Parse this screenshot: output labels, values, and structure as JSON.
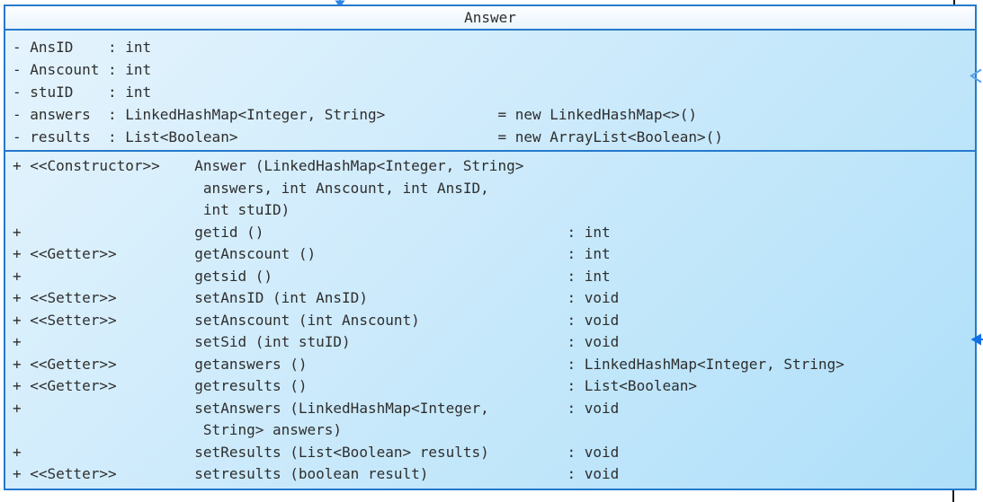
{
  "diagram": {
    "class": {
      "title": "Answer",
      "fields": [
        {
          "visibility": "-",
          "name": "AnsID",
          "type": "int",
          "initial_value": ""
        },
        {
          "visibility": "-",
          "name": "Anscount",
          "type": "int",
          "initial_value": ""
        },
        {
          "visibility": "-",
          "name": "stuID",
          "type": "int",
          "initial_value": ""
        },
        {
          "visibility": "-",
          "name": "answers",
          "type": "LinkedHashMap<Integer, String>",
          "initial_value": "= new LinkedHashMap<>()"
        },
        {
          "visibility": "-",
          "name": "results",
          "type": "List<Boolean>",
          "initial_value": "= new ArrayList<Boolean>()"
        }
      ],
      "methods": [
        {
          "visibility": "+",
          "stereotype": "<<Constructor>>",
          "signature_lines": [
            "Answer (LinkedHashMap<Integer, String>",
            "answers, int Anscount, int AnsID,",
            "int stuID)"
          ],
          "return_type": ""
        },
        {
          "visibility": "+",
          "stereotype": "",
          "signature_lines": [
            "getid ()"
          ],
          "return_type": "int"
        },
        {
          "visibility": "+",
          "stereotype": "<<Getter>>",
          "signature_lines": [
            "getAnscount ()"
          ],
          "return_type": "int"
        },
        {
          "visibility": "+",
          "stereotype": "",
          "signature_lines": [
            "getsid ()"
          ],
          "return_type": "int"
        },
        {
          "visibility": "+",
          "stereotype": "<<Setter>>",
          "signature_lines": [
            "setAnsID (int AnsID)"
          ],
          "return_type": "void"
        },
        {
          "visibility": "+",
          "stereotype": "<<Setter>>",
          "signature_lines": [
            "setAnscount (int Anscount)"
          ],
          "return_type": "void"
        },
        {
          "visibility": "+",
          "stereotype": "",
          "signature_lines": [
            "setSid (int stuID)"
          ],
          "return_type": "void"
        },
        {
          "visibility": "+",
          "stereotype": "<<Getter>>",
          "signature_lines": [
            "getanswers ()"
          ],
          "return_type": "LinkedHashMap<Integer, String>"
        },
        {
          "visibility": "+",
          "stereotype": "<<Getter>>",
          "signature_lines": [
            "getresults ()"
          ],
          "return_type": "List<Boolean>"
        },
        {
          "visibility": "+",
          "stereotype": "",
          "signature_lines": [
            "setAnswers (LinkedHashMap<Integer,",
            "String> answers)"
          ],
          "return_type": "void"
        },
        {
          "visibility": "+",
          "stereotype": "",
          "signature_lines": [
            "setResults (List<Boolean> results)"
          ],
          "return_type": "void"
        },
        {
          "visibility": "+",
          "stereotype": "<<Setter>>",
          "signature_lines": [
            "setresults (boolean result)"
          ],
          "return_type": "void"
        }
      ]
    },
    "connectors": [
      {
        "id": "top-incoming-arrow",
        "shape": "solid-arrowhead-down"
      },
      {
        "id": "top-right-line",
        "shape": "vertical-line"
      },
      {
        "id": "right-open-arrowhead",
        "shape": "open-arrowhead-left"
      },
      {
        "id": "right-solid-arrowhead",
        "shape": "solid-arrowhead-left"
      },
      {
        "id": "bottom-right-line",
        "shape": "vertical-line"
      }
    ],
    "colors": {
      "border": "#2579cd",
      "body_gradient_start": "#e6f4fd",
      "body_gradient_end": "#aedff9",
      "title_gradient_start": "#fdfeff",
      "title_gradient_end": "#e9f4fc",
      "text": "#2e2e2e",
      "top_arrow": "#2e86e8",
      "right_open_arrow": "#55a0ea",
      "right_solid_arrow": "#1270e8",
      "connector_line": "#1a1a1a"
    }
  }
}
